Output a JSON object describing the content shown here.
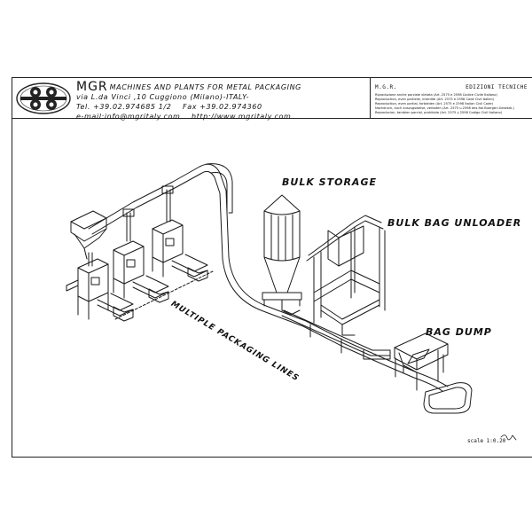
{
  "header": {
    "brand": "MGR",
    "tagline": "MACHINES AND PLANTS FOR METAL PACKAGING",
    "address": "via L.da Vinci ,10 Cuggiono (Milano)-ITALY-",
    "phone": "Tel. +39.02.974685 1/2",
    "fax": "Fax +39.02.974360",
    "email": "e-mail:info@mgritaly.com",
    "website": "http://www.mgritaly.com",
    "right_title": "M.G.R.",
    "right_subtitle": "EDIZIONI TECNICHE",
    "legal_lines": [
      "Riproduzione anche parziale vietata (Art. 2575 e 2598 Codice Civile Italiano)",
      "Reproduction, even partielle, interdite (Art. 2575 e 2598 Code Civil Italien)",
      "Reproduction, even partial, forbidden (Art. 2575 e 2598 Italian Civil Code)",
      "Nachdruck, auch auszugsweise, verboten (Art. 2575 u.2598 des Ital.Buergerl.Gesetzb.)",
      "Reproducion, tambien parcial, prohibida (Art. 2575 y 2598 Codigo Civil Italiano)"
    ]
  },
  "diagram": {
    "labels": {
      "bulk_storage": "BULK STORAGE",
      "bulk_bag_unloader": "BULK BAG UNLOADER",
      "bag_dump": "BAG DUMP",
      "multiple_packaging_lines": "MULTIPLE PACKAGING LINES"
    }
  },
  "footer": {
    "scale": "scale 1:0.20",
    "signature": "Mgr"
  },
  "colors": {
    "line": "#1a1a1a",
    "paper": "#ffffff"
  }
}
